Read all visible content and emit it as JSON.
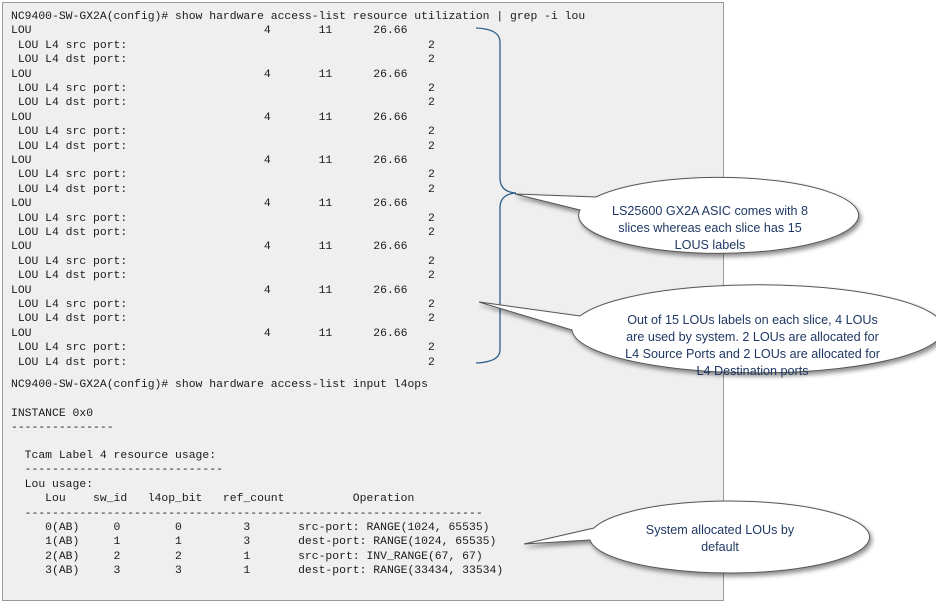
{
  "terminal": {
    "lines": [
      "NC9400-SW-GX2A(config)# show hardware access-list resource utilization | grep -i lou",
      "LOU                                  4       11      26.66",
      " LOU L4 src port:                                            2",
      " LOU L4 dst port:                                            2",
      "LOU                                  4       11      26.66",
      " LOU L4 src port:                                            2",
      " LOU L4 dst port:                                            2",
      "LOU                                  4       11      26.66",
      " LOU L4 src port:                                            2",
      " LOU L4 dst port:                                            2",
      "LOU                                  4       11      26.66",
      " LOU L4 src port:                                            2",
      " LOU L4 dst port:                                            2",
      "LOU                                  4       11      26.66",
      " LOU L4 src port:                                            2",
      " LOU L4 dst port:                                            2",
      "LOU                                  4       11      26.66",
      " LOU L4 src port:                                            2",
      " LOU L4 dst port:                                            2",
      "LOU                                  4       11      26.66",
      " LOU L4 src port:                                            2",
      " LOU L4 dst port:                                            2",
      "LOU                                  4       11      26.66",
      " LOU L4 src port:                                            2",
      " LOU L4 dst port:                                            2",
      "",
      "NC9400-SW-GX2A(config)# show hardware access-list input l4ops",
      "",
      "INSTANCE 0x0",
      "---------------",
      "",
      "  Tcam Label 4 resource usage:",
      "  -----------------------------",
      "  Lou usage:",
      "     Lou    sw_id   l4op_bit   ref_count          Operation",
      "  -------------------------------------------------------------------",
      "     0(AB)     0        0         3       src-port: RANGE(1024, 65535)",
      "     1(AB)     1        1         3       dest-port: RANGE(1024, 65535)",
      "     2(AB)     2        2         1       src-port: INV_RANGE(67, 67)",
      "     3(AB)     3        3         1       dest-port: RANGE(33434, 33534)"
    ]
  },
  "callouts": [
    "LS25600 GX2A ASIC comes with 8 slices whereas each slice has 15 LOUS labels",
    "Out of 15 LOUs labels on each slice, 4 LOUs are used by system. 2 LOUs are allocated for L4 Source Ports and 2 LOUs are allocated for L4 Destination ports",
    "System allocated LOUs by default"
  ],
  "colors": {
    "terminal_bg": "#efefef",
    "bracket": "#2e5f8a",
    "callout_fill": "#ffffff",
    "callout_text": "#1f3864"
  }
}
